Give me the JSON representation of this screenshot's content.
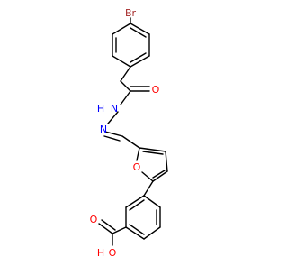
{
  "molecule": {
    "atoms": {
      "br": "Br",
      "o_carbonyl": "O",
      "n_amide": "N",
      "h_amide": "H",
      "n_imine": "N",
      "o_furan": "O",
      "o_acid_carbonyl": "O",
      "o_hydroxyl": "O",
      "h_hydroxyl": "H"
    },
    "colors": {
      "bond": "#000000",
      "bromine": "#a52a2a",
      "oxygen": "#ff0000",
      "nitrogen": "#0000ff",
      "hydrogen": "#000000",
      "background": "#ffffff"
    }
  }
}
